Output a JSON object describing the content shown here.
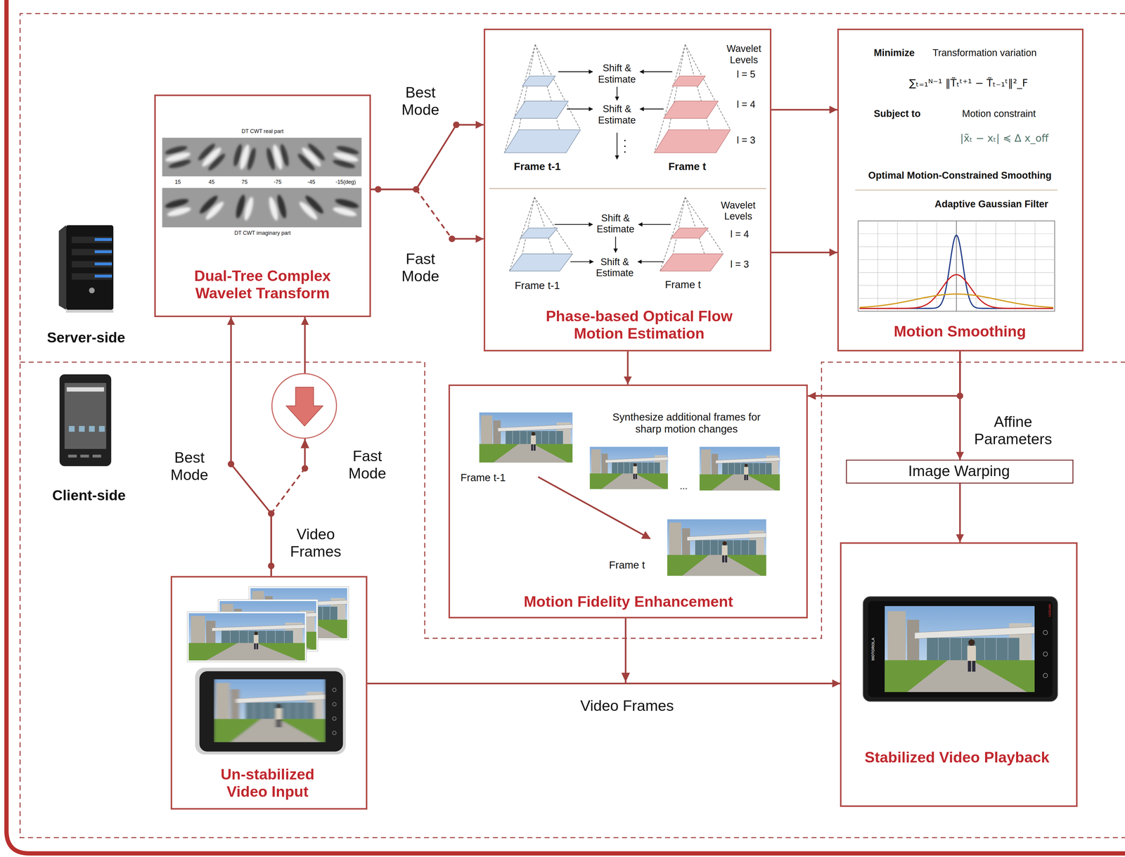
{
  "diagram": {
    "nodes": [
      {
        "text": [
          "DT CWT real part",
          "15",
          "45",
          "75",
          "-75",
          "-45",
          "-15(deg)",
          "DT CWT imaginary part",
          "Dual-Tree Complex Wavelet Transform"
        ]
      },
      {
        "text": [
          "Shift & Estimate",
          "Shift & Estimate",
          "Wavelet Levels",
          "l = 5",
          "l = 4",
          "l = 3",
          "Frame t-1",
          "Frame t",
          "Shift & Estimate",
          "Shift & Estimate",
          "Wavelet Levels",
          "l = 4",
          "l = 3",
          "Frame t-1",
          "Frame t",
          "Phase-based Optical Flow Motion Estimation"
        ]
      },
      {
        "text": [
          "Minimize",
          "Transformation variation",
          "∑ₜ₌₁ᴺ⁻¹ ‖T̃ₜᵗ⁺¹ − T̃ₜ₋₁ᵗ‖²_F",
          "Subject to",
          "Motion constraint",
          "|x̃ₜ − xₜ| ≼ Δ x_off",
          "Optimal Motion-Constrained Smoothing",
          "Adaptive Gaussian Filter",
          "Motion Smoothing"
        ]
      },
      {
        "text": [
          "Synthesize additional frames for sharp motion changes",
          "Frame t-1",
          "...",
          "Frame t",
          "Motion Fidelity Enhancement"
        ]
      },
      {
        "text": [
          "Image Warping"
        ]
      },
      {
        "text": [
          "Un-stabilized Video Input"
        ]
      },
      {
        "text": [
          "Stabilized Video Playback"
        ]
      }
    ],
    "edges": [
      {
        "from": 5,
        "to": 0,
        "arrow": "to",
        "label": "Best Mode"
      },
      {
        "from": 5,
        "to": 0,
        "arrow": "to",
        "label": "Fast Mode"
      },
      {
        "from": 0,
        "to": 1,
        "arrow": "to",
        "label": "Best Mode"
      },
      {
        "from": 0,
        "to": 1,
        "arrow": "to",
        "label": "Fast Mode"
      },
      {
        "from": 1,
        "to": 2,
        "arrow": "to"
      },
      {
        "from": 1,
        "to": 2,
        "arrow": "to"
      },
      {
        "from": 1,
        "to": 3,
        "arrow": "to"
      },
      {
        "from": 2,
        "to": 3,
        "arrow": "to"
      },
      {
        "from": 2,
        "to": 4,
        "arrow": "to",
        "label": "Affine Parameters"
      },
      {
        "from": 4,
        "to": 6,
        "arrow": "to"
      },
      {
        "from": 5,
        "to": 6,
        "arrow": "to",
        "label": "Video Frames"
      },
      {
        "from": 3,
        "to": 6,
        "arrow": "to"
      }
    ],
    "labels": [
      "Server-side",
      "Client-side",
      "Video Frames",
      "MOTOROLA",
      "verizon"
    ]
  }
}
